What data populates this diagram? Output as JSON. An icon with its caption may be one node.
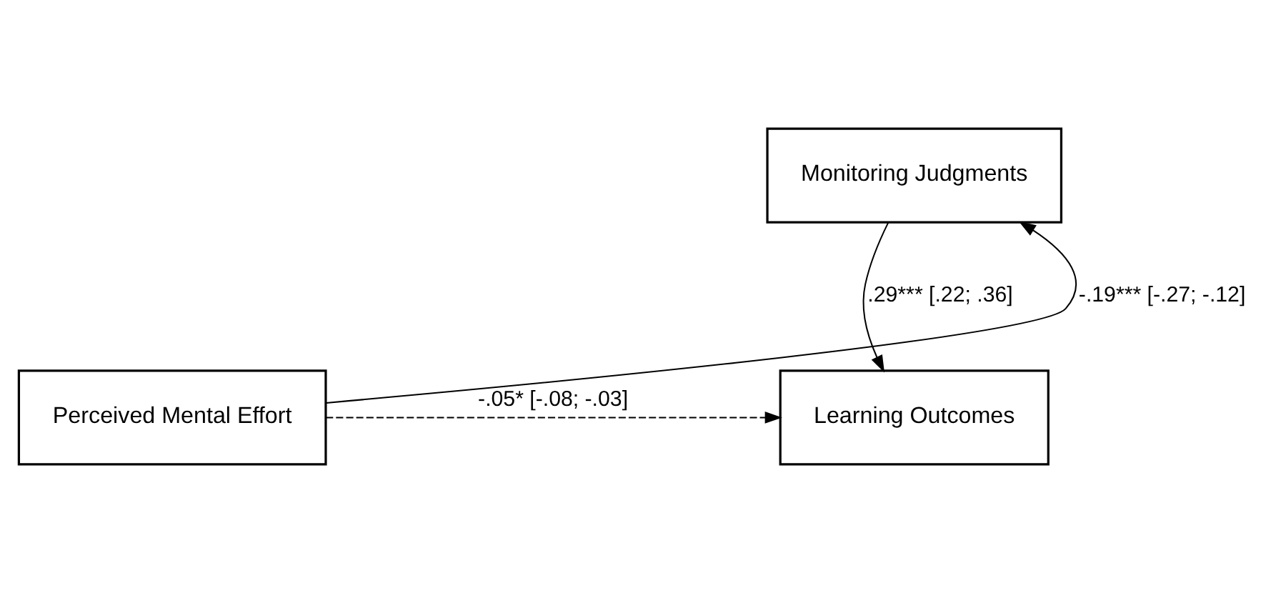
{
  "diagram": {
    "nodes": [
      {
        "text": [
          "Monitoring Judgments"
        ]
      },
      {
        "text": [
          "Perceived Mental Effort"
        ]
      },
      {
        "text": [
          "Learning Outcomes"
        ]
      }
    ],
    "edges": [
      {
        "from": 1,
        "to": 0,
        "arrow": "to",
        "label": "-.19*** [-.27; -.12]"
      },
      {
        "from": 0,
        "to": 2,
        "arrow": "to",
        "label": ".29*** [.22; .36]"
      },
      {
        "from": 1,
        "to": 2,
        "arrow": "to",
        "style": "dashed",
        "label": "-.05* [-.08; -.03]"
      }
    ]
  }
}
